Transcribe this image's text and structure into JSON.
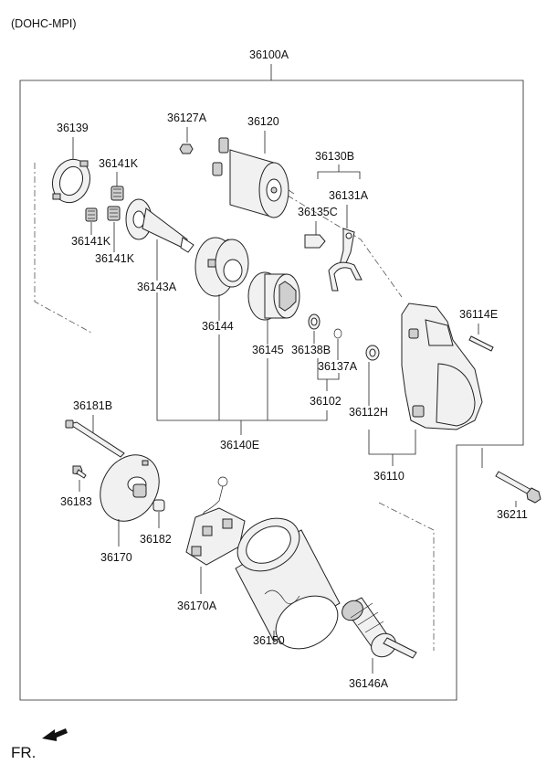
{
  "header": {
    "variant": "(DOHC-MPI)"
  },
  "callouts": {
    "p36100A": "36100A",
    "p36139": "36139",
    "p36127A": "36127A",
    "p36120": "36120",
    "p36141K_a": "36141K",
    "p36141K_b": "36141K",
    "p36141K_c": "36141K",
    "p36130B": "36130B",
    "p36131A": "36131A",
    "p36135C": "36135C",
    "p36143A": "36143A",
    "p36144": "36144",
    "p36145": "36145",
    "p36138B": "36138B",
    "p36137A": "36137A",
    "p36102": "36102",
    "p36114E": "36114E",
    "p36112H": "36112H",
    "p36140E": "36140E",
    "p36110": "36110",
    "p36181B": "36181B",
    "p36183": "36183",
    "p36182": "36182",
    "p36170": "36170",
    "p36211": "36211",
    "p36170A": "36170A",
    "p36150": "36150",
    "p36146A": "36146A"
  },
  "footer": {
    "front_indicator": "FR."
  },
  "icons": {
    "front_arrow": "arrow-icon"
  }
}
